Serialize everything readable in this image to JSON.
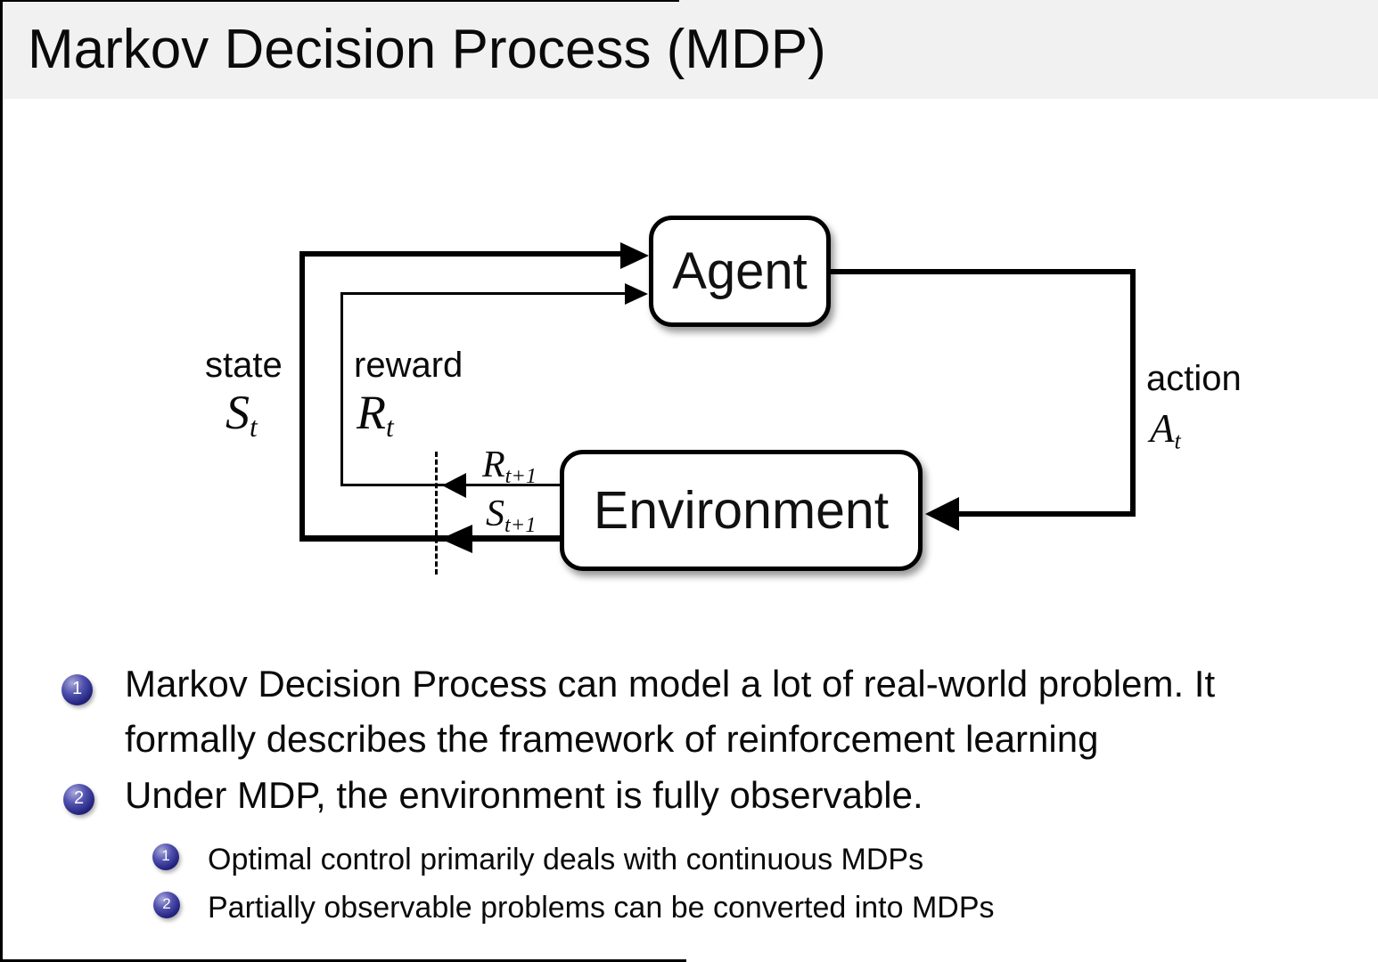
{
  "title": "Markov Decision Process (MDP)",
  "diagram": {
    "agent_label": "Agent",
    "environment_label": "Environment",
    "labels": {
      "state": {
        "word": "state",
        "symbol": "S",
        "sub": "t"
      },
      "reward": {
        "word": "reward",
        "symbol": "R",
        "sub": "t"
      },
      "action": {
        "word": "action",
        "symbol": "A",
        "sub": "t"
      },
      "next_reward": {
        "symbol": "R",
        "sub": "t+1"
      },
      "next_state": {
        "symbol": "S",
        "sub": "t+1"
      }
    }
  },
  "list": {
    "items": [
      {
        "number": "1",
        "line1": "Markov Decision Process can model a lot of real-world problem. It",
        "line2": "formally describes the framework of reinforcement learning"
      },
      {
        "number": "2",
        "line1": "Under MDP, the environment is fully observable."
      }
    ],
    "subitems": [
      {
        "number": "1",
        "text": "Optimal control primarily deals with continuous MDPs"
      },
      {
        "number": "2",
        "text": "Partially observable problems can be converted into MDPs"
      }
    ]
  },
  "colors": {
    "header_bg": "#f1f1f1",
    "ball_blue": "#22227e",
    "ink": "#000000"
  }
}
